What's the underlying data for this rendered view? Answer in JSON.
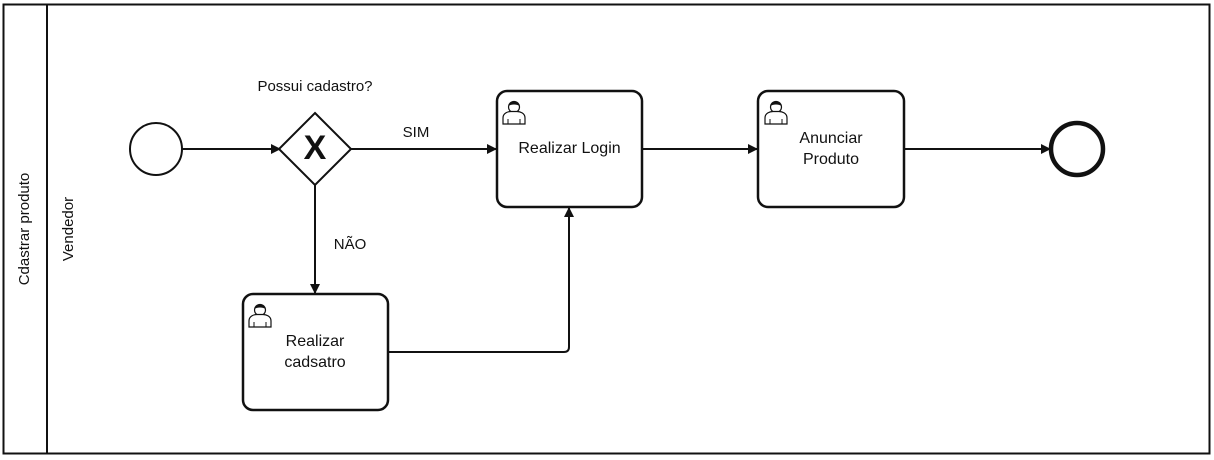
{
  "pool": {
    "label": "Cdastrar produto"
  },
  "lane": {
    "label": "Vendedor"
  },
  "gateway": {
    "label": "Possui cadastro?",
    "symbol": "X"
  },
  "flows": {
    "yes_label": "SIM",
    "no_label": "NÃO"
  },
  "tasks": {
    "login": {
      "label": "Realizar Login",
      "icon": "user-icon"
    },
    "announce": {
      "line1": "Anunciar",
      "line2": "Produto",
      "icon": "user-icon"
    },
    "register": {
      "line1": "Realizar",
      "line2": "cadsatro",
      "icon": "user-icon"
    }
  },
  "colors": {
    "stroke": "#111111",
    "background": "#ffffff"
  }
}
